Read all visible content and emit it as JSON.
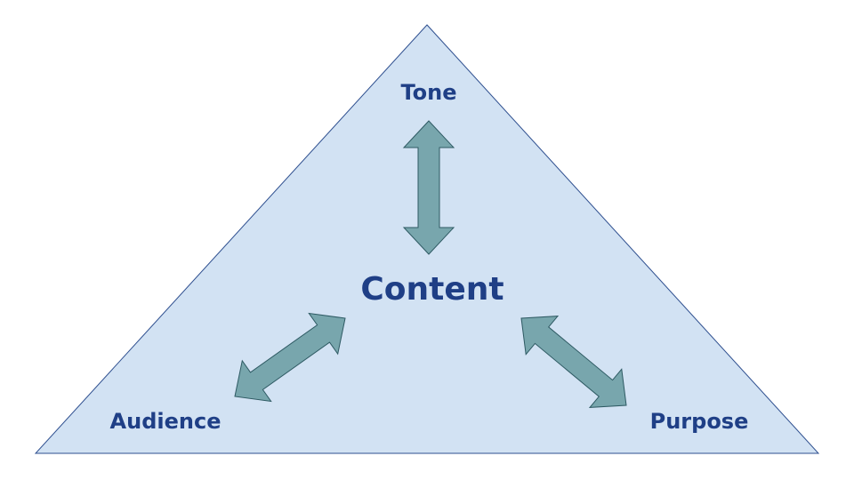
{
  "diagram": {
    "nodes": {
      "top": "Tone",
      "center": "Content",
      "bottom_left": "Audience",
      "bottom_right": "Purpose"
    },
    "edges": [
      {
        "from": "Content",
        "to": "Tone",
        "type": "bidirectional"
      },
      {
        "from": "Content",
        "to": "Audience",
        "type": "bidirectional"
      },
      {
        "from": "Content",
        "to": "Purpose",
        "type": "bidirectional"
      }
    ]
  },
  "colors": {
    "triangle_fill": "#d2e2f3",
    "triangle_stroke": "#2e4f8f",
    "arrow_fill": "#78a6ad",
    "arrow_stroke": "#2e5a63",
    "text": "#1f3f86"
  }
}
